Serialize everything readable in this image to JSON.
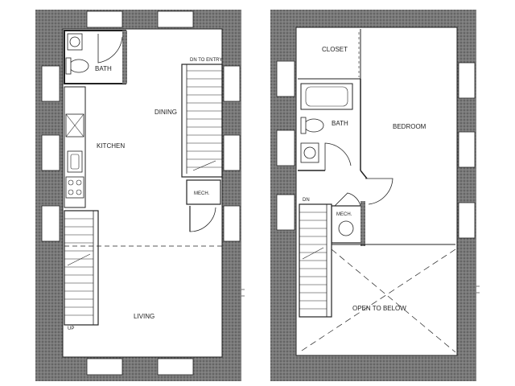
{
  "colors": {
    "wall": "#6f6f6f",
    "wall_pattern": "#555555",
    "floor": "#ffffff",
    "line": "#222222"
  },
  "labels": {
    "bath_lower": "BATH",
    "kitchen": "KITCHEN",
    "dining": "DINING",
    "dn_to_entry": "DN TO ENTRY",
    "mech_lower": "MECH.",
    "living": "LIVING",
    "up": "UP",
    "closet": "CLOSET",
    "bath_upper": "BATH",
    "bedroom": "BEDROOM",
    "dn": "DN",
    "mech_upper": "MECH.",
    "open_to_below": "OPEN TO BELOW"
  }
}
